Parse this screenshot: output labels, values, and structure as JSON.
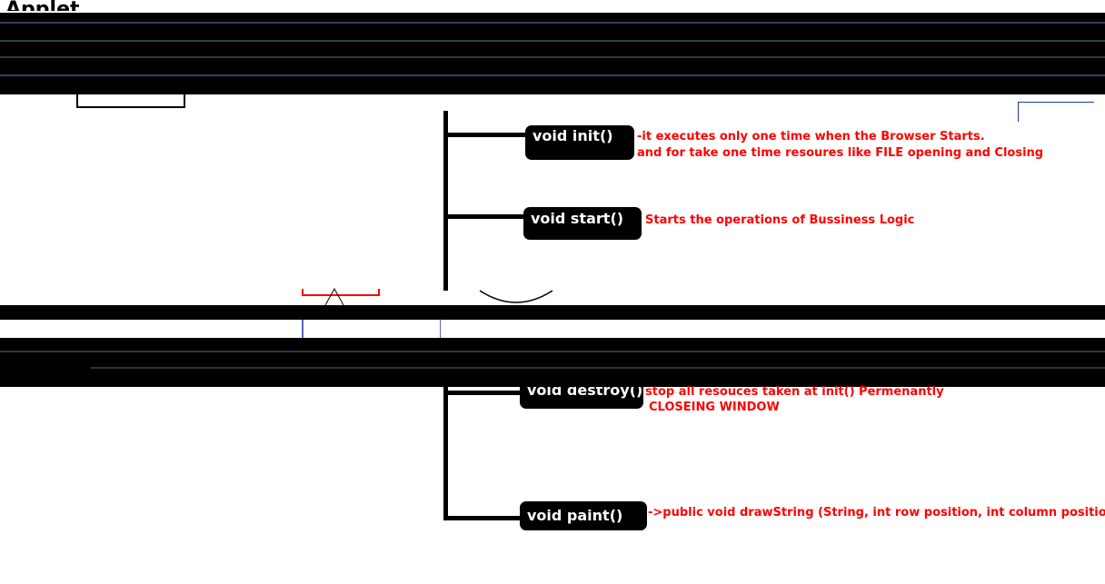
{
  "diagram": {
    "title_fragment": "Applet",
    "methods": [
      {
        "label": "void init()",
        "notes": [
          "-it executes only one time when the Browser Starts.",
          "and for take one time resoures like FILE opening and Closing"
        ]
      },
      {
        "label": "void start()",
        "notes": [
          "Starts the operations of Bussiness Logic"
        ]
      },
      {
        "label": "void destroy()",
        "notes": [
          "stop all resouces taken at init() Permenantly",
          "CLOSEING WINDOW"
        ]
      },
      {
        "label": "void paint()",
        "notes": [
          "->public void drawString (String, int row position, int column position)"
        ]
      }
    ]
  },
  "colors": {
    "box": "#000000",
    "box_text": "#ffffff",
    "note_text": "#ff0000",
    "glitch_band": "#000000"
  }
}
